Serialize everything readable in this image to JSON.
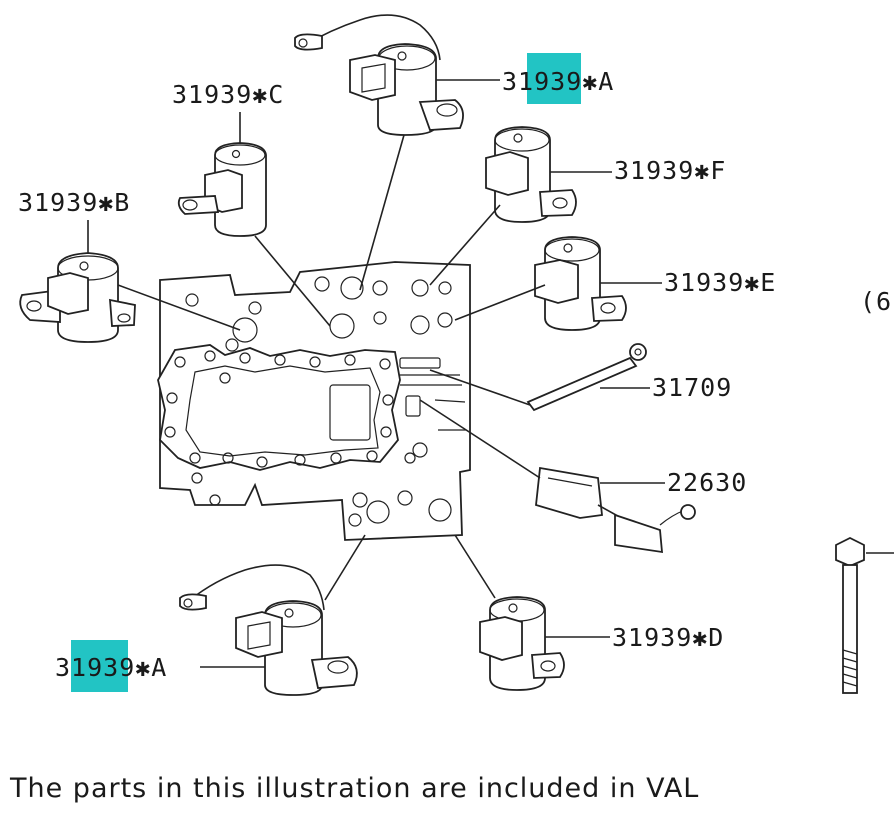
{
  "callouts": {
    "a_top": "31939✱A",
    "a_bottom": "31939✱A",
    "b": "31939✱B",
    "c": "31939✱C",
    "d": "31939✱D",
    "e": "31939✱E",
    "f": "31939✱F",
    "harness": "31709",
    "sensor": "22630",
    "edge_fragment": "(6"
  },
  "caption": "The parts in this illustration are included in VAL",
  "colors": {
    "highlight": "#22c4c4",
    "line": "#222222",
    "background": "#ffffff"
  }
}
